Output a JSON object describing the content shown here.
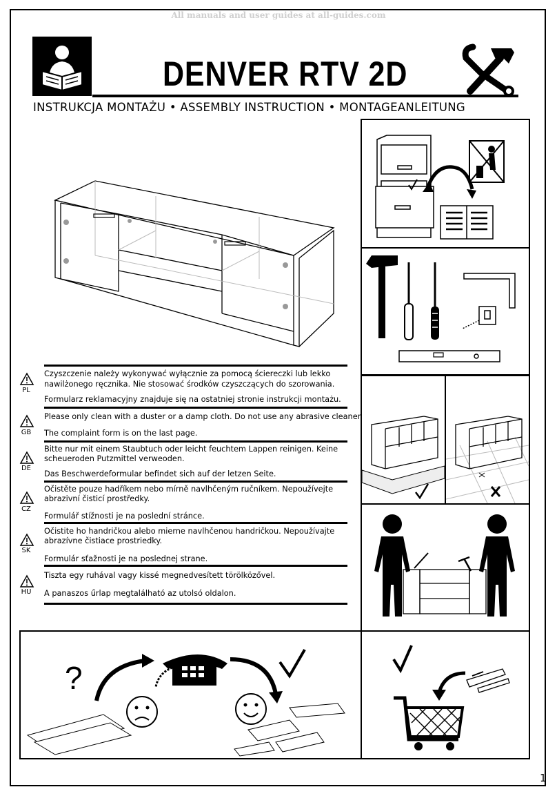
{
  "watermark": "All manuals and user guides at all-guides.com",
  "header": {
    "title": "DENVER RTV 2D",
    "subtitle": "INSTRUKCJA MONTAŻU • ASSEMBLY INSTRUCTION • MONTAGEANLEITUNG"
  },
  "cleaning": [
    {
      "code": "PL",
      "line1": "Czyszczenie należy wykonywać wyłącznie za pomocą ściereczki lub lekko",
      "line2": "nawilżonego ręcznika. Nie stosować środków czyszczących do szorowania.",
      "complaint": "Formularz reklamacyjny znajduje się na ostatniej stronie instrukcji montażu."
    },
    {
      "code": "GB",
      "line1": "Please only clean with a duster or a damp cloth. Do not use any abrasive cleaners.",
      "line2": "",
      "complaint": "The complaint form is on the last page."
    },
    {
      "code": "DE",
      "line1": "Bitte nur mit einem Staubtuch oder leicht feuchtem Lappen reinigen. Keine",
      "line2": "scheueroden Putzmittel verweoden.",
      "complaint": "Das Beschwerdeformular befindet sich auf der letzen Seite."
    },
    {
      "code": "CZ",
      "line1": "Očistěte pouze hadříkem nebo mírně navlhčeným ručníkem. Nepoužívejte",
      "line2": "abrazivní čisticí prostředky.",
      "complaint": "Formulář stížnosti je na poslední stránce."
    },
    {
      "code": "SK",
      "line1": "Očistite ho handričkou alebo mierne navlhčenou handričkou. Nepoužívajte",
      "line2": "abrazívne čistiace prostriedky.",
      "complaint": "Formulár sťažnosti je na poslednej strane."
    },
    {
      "code": "HU",
      "line1": "Tiszta egy ruhával vagy kissé megnedvesített törölközővel.",
      "line2": "",
      "complaint": "A panaszos űrlap megtalálható az utolsó oldalon."
    }
  ],
  "support_panel": {
    "question_mark": "?"
  },
  "page_number": "1"
}
